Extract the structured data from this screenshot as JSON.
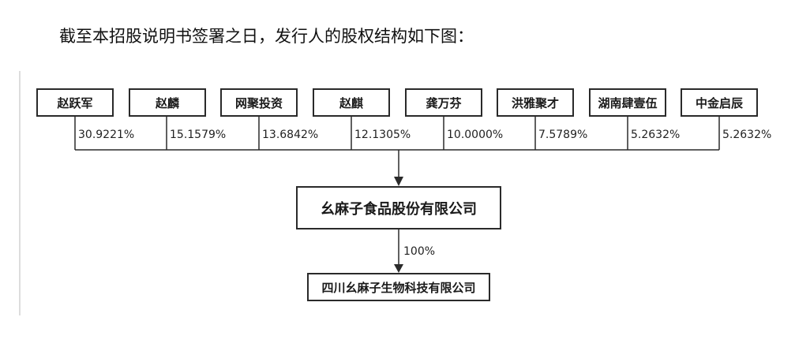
{
  "intro_text": "截至本招股说明书签署之日，发行人的股权结构如下图：",
  "shareholders": [
    {
      "name": "赵跃军",
      "share": "30.9221%"
    },
    {
      "name": "赵麟",
      "share": "15.1579%"
    },
    {
      "name": "网聚投资",
      "share": "13.6842%"
    },
    {
      "name": "赵麒",
      "share": "12.1305%"
    },
    {
      "name": "龚万芬",
      "share": "10.0000%"
    },
    {
      "name": "洪雅聚才",
      "share": "7.5789%"
    },
    {
      "name": "湖南肆壹伍",
      "share": "5.2632%"
    },
    {
      "name": "中金启辰",
      "share": "5.2632%"
    }
  ],
  "company": {
    "name": "幺麻子食品股份有限公司"
  },
  "subsidiary": {
    "name": "四川幺麻子生物科技有限公司",
    "share": "100%"
  },
  "colors": {
    "line": "#2a2a2a",
    "border": "#2a2a2a",
    "text": "#1a1a1a"
  }
}
